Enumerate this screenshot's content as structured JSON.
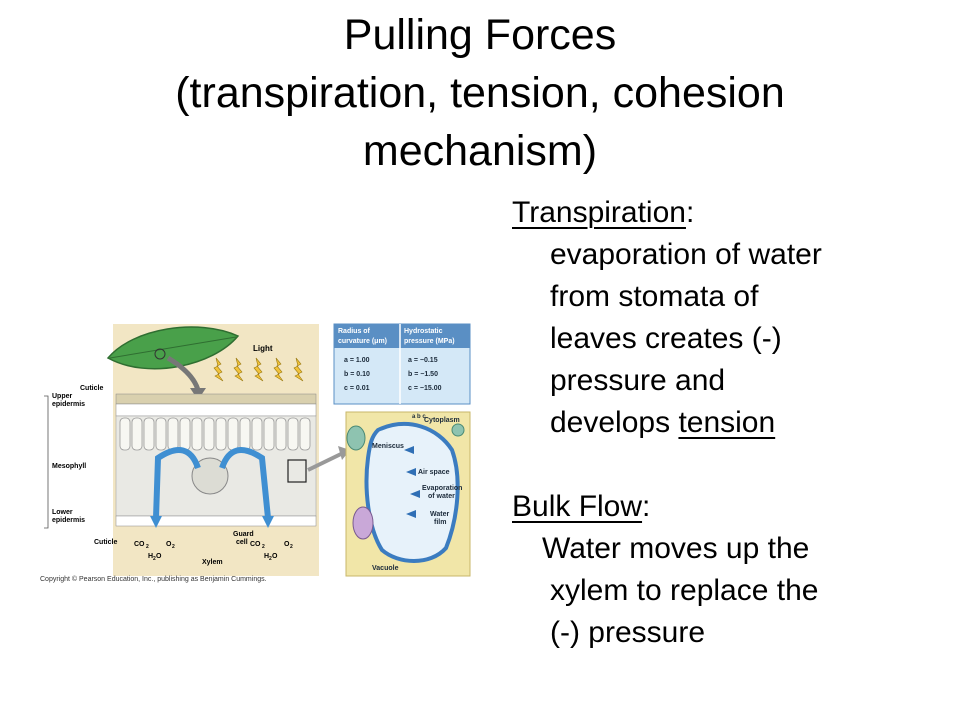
{
  "title": {
    "line1": "Pulling Forces",
    "line2": "(transpiration, tension, cohesion",
    "line3": "mechanism)"
  },
  "transpiration": {
    "term": "Transpiration",
    "colon": ":",
    "line1": "evaporation of water",
    "line2": "from stomata of",
    "line3": "leaves creates (-)",
    "line4": "pressure and",
    "line5_pre": "develops ",
    "line5_term": "tension"
  },
  "bulk_flow": {
    "term": "Bulk Flow",
    "colon": ":",
    "line1": "Water moves up the",
    "line2": "xylem to replace the",
    "line3": "(-) pressure"
  },
  "figure": {
    "light": "Light",
    "labels": {
      "cuticle_top": "Cuticle",
      "upper_epidermis_1": "Upper",
      "upper_epidermis_2": "epidermis",
      "mesophyll": "Mesophyll",
      "lower_epidermis_1": "Lower",
      "lower_epidermis_2": "epidermis",
      "cuticle_bottom": "Cuticle",
      "co2_a": "CO",
      "o2_a": "O",
      "h2o_a": "H",
      "guard_1": "Guard",
      "guard_2": "cell",
      "xylem": "Xylem",
      "co2_b": "CO",
      "o2_b": "O",
      "h2o_b": "H",
      "sub2": "2",
      "o_char": "O"
    },
    "table": {
      "col1_h1": "Radius of",
      "col1_h2": "curvature (μm)",
      "col2_h1": "Hydrostatic",
      "col2_h2": "pressure (MPa)",
      "rows": [
        {
          "r": "a = 1.00",
          "p": "a =  −0.15"
        },
        {
          "r": "b = 0.10",
          "p": "b =  −1.50"
        },
        {
          "r": "c = 0.01",
          "p": "c = −15.00"
        }
      ]
    },
    "inset": {
      "cytoplasm": "Cytoplasm",
      "meniscus": "Meniscus",
      "air_space": "Air space",
      "evap_1": "Evaporation",
      "evap_2": "of water",
      "water_film_1": "Water",
      "water_film_2": "film",
      "vacuole": "Vacuole",
      "abc": "a b c"
    },
    "copyright": "Copyright © Pearson Education, Inc., publishing as Benjamin Cummings."
  }
}
